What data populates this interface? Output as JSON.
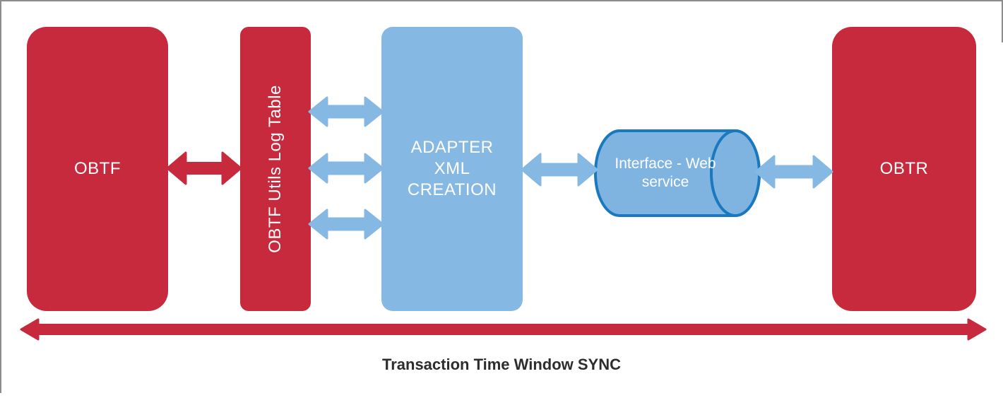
{
  "colors": {
    "red": "#C62A3C",
    "blue": "#85B9E3",
    "cylinder_fill": "#7FB4E1",
    "cylinder_stroke": "#1A78BE",
    "text_light": "#FFFFFF",
    "caption_text": "#2D2D2D",
    "frame_gray": "#8C8C8C"
  },
  "nodes": {
    "obtf": {
      "label": "OBTF",
      "shape": "rounded-rectangle"
    },
    "utils_log_table": {
      "label": "OBTF Utils Log Table",
      "shape": "rounded-rectangle",
      "text_orientation": "vertical"
    },
    "adapter": {
      "label": "ADAPTER\nXML\nCREATION",
      "shape": "rounded-rectangle"
    },
    "web_service": {
      "label": "Interface - Web service",
      "shape": "horizontal-cylinder"
    },
    "obtr": {
      "label": "OBTR",
      "shape": "rounded-rectangle"
    }
  },
  "connections": [
    {
      "from": "obtf",
      "to": "utils_log_table",
      "direction": "bidirectional",
      "color": "red"
    },
    {
      "from": "utils_log_table",
      "to": "adapter",
      "direction": "bidirectional",
      "color": "blue"
    },
    {
      "from": "utils_log_table",
      "to": "adapter",
      "direction": "bidirectional",
      "color": "blue"
    },
    {
      "from": "utils_log_table",
      "to": "adapter",
      "direction": "bidirectional",
      "color": "blue"
    },
    {
      "from": "adapter",
      "to": "web_service",
      "direction": "bidirectional",
      "color": "blue"
    },
    {
      "from": "web_service",
      "to": "obtr",
      "direction": "bidirectional",
      "color": "blue"
    },
    {
      "from": "obtf",
      "to": "obtr",
      "direction": "bidirectional",
      "color": "red",
      "label": "Transaction Time Window SYNC"
    }
  ],
  "caption": "Transaction Time Window SYNC"
}
